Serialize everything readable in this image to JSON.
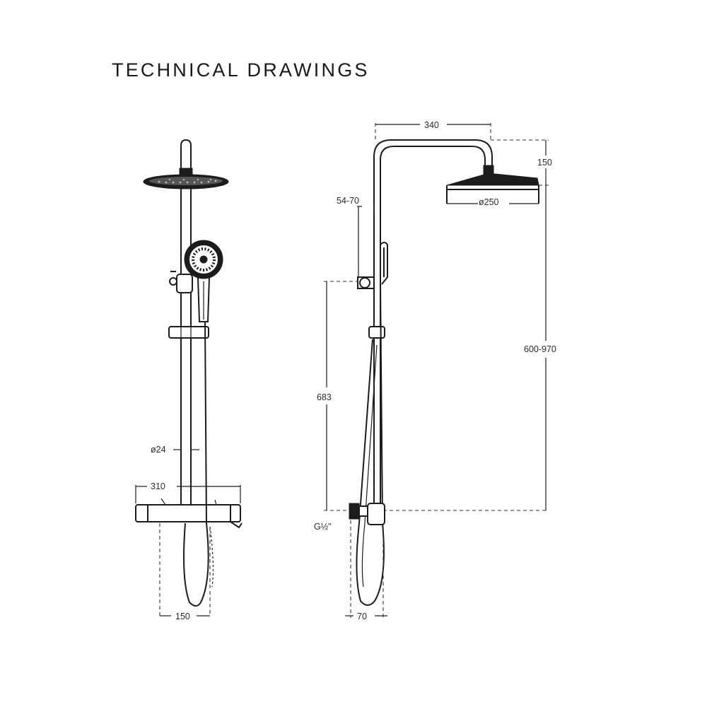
{
  "title": "TECHNICAL DRAWINGS",
  "front_view": {
    "dimensions": {
      "rail_diameter": "ø24",
      "valve_width": "310",
      "bottom_spacing": "150"
    }
  },
  "side_view": {
    "dimensions": {
      "arm_reach": "340",
      "head_drop": "150",
      "head_diameter": "ø250",
      "wall_offset": "54-70",
      "height_adjust": "600-970",
      "outlet_height": "683",
      "inlet_thread": "G½\"",
      "bottom_offset": "70"
    }
  },
  "colors": {
    "line": "#1c1c1c",
    "background": "#ffffff"
  }
}
